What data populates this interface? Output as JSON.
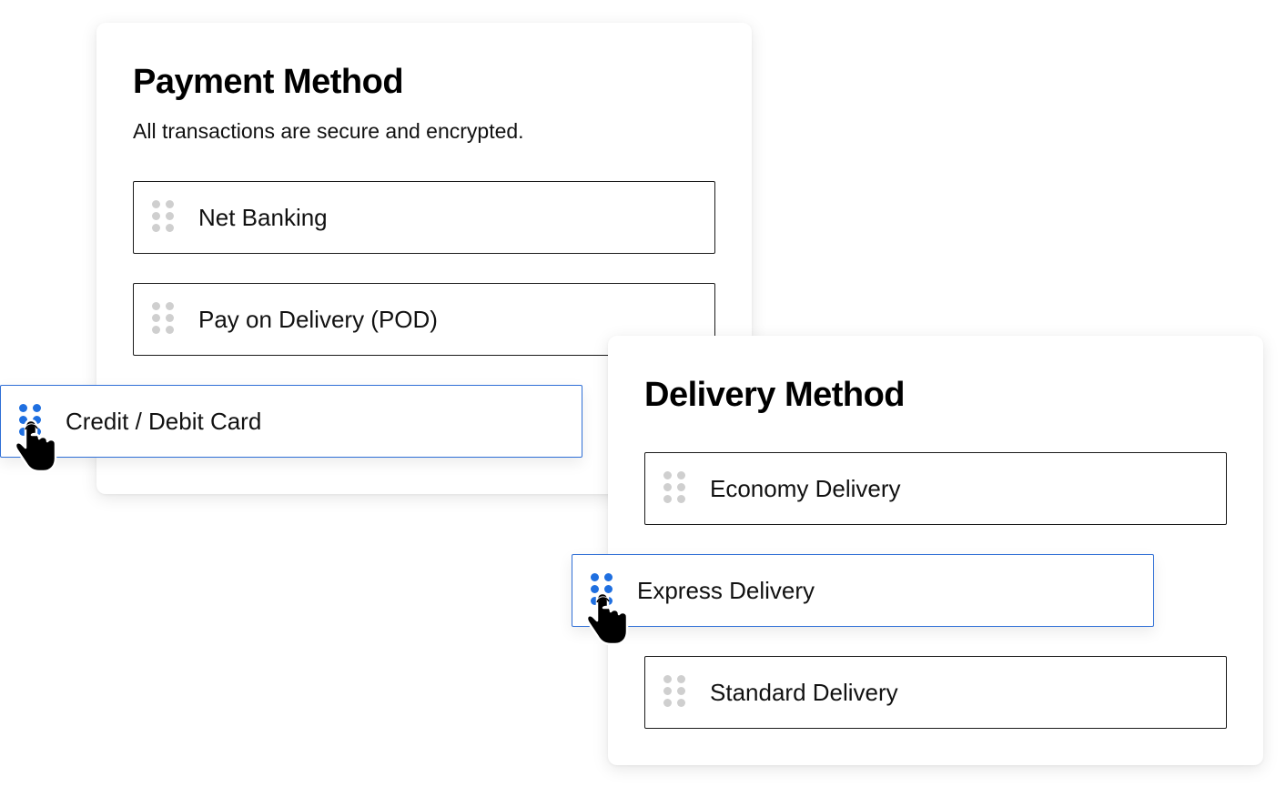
{
  "payment": {
    "title": "Payment Method",
    "subtitle": "All transactions are secure and encrypted.",
    "options": [
      {
        "label": "Net Banking",
        "state": "idle"
      },
      {
        "label": "Pay on Delivery (POD)",
        "state": "idle"
      },
      {
        "label": "Credit / Debit Card",
        "state": "dragging"
      }
    ]
  },
  "delivery": {
    "title": "Delivery Method",
    "options": [
      {
        "label": "Economy Delivery",
        "state": "idle"
      },
      {
        "label": "Express Delivery",
        "state": "dragging"
      },
      {
        "label": "Standard Delivery",
        "state": "idle"
      }
    ]
  },
  "icons": {
    "drag_handle": "drag-handle-icon",
    "cursor": "hand-pointer-icon"
  },
  "colors": {
    "accent": "#1f6fe0",
    "accent_border": "#2f6fd6",
    "handle_idle": "#cfcfcf",
    "border": "#1a1a1a",
    "text": "#111111"
  }
}
